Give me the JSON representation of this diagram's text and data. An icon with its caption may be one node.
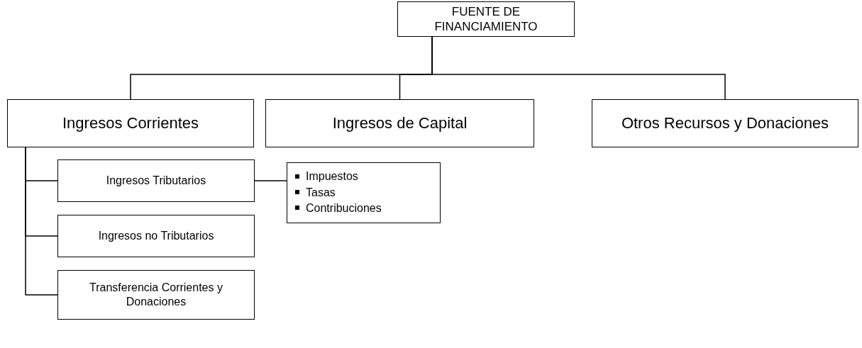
{
  "diagram": {
    "nodes": [
      {
        "text": [
          "FUENTE DE FINANCIAMIENTO"
        ]
      },
      {
        "text": [
          "Ingresos Corrientes"
        ]
      },
      {
        "text": [
          "Ingresos de Capital"
        ]
      },
      {
        "text": [
          "Otros Recursos y Donaciones"
        ]
      },
      {
        "text": [
          "Ingresos Tributarios"
        ]
      },
      {
        "text": [
          "Ingresos no Tributarios"
        ]
      },
      {
        "text": [
          "Transferencia Corrientes y Donaciones"
        ]
      },
      {
        "text": [
          "Impuestos",
          "Tasas",
          "Contribuciones"
        ]
      }
    ],
    "edges": [
      {
        "from": 0,
        "to": 1,
        "arrow": "none"
      },
      {
        "from": 0,
        "to": 2,
        "arrow": "none"
      },
      {
        "from": 0,
        "to": 3,
        "arrow": "none"
      },
      {
        "from": 1,
        "to": 4,
        "arrow": "none"
      },
      {
        "from": 1,
        "to": 5,
        "arrow": "none"
      },
      {
        "from": 1,
        "to": 6,
        "arrow": "none"
      },
      {
        "from": 4,
        "to": 7,
        "arrow": "none"
      }
    ]
  }
}
